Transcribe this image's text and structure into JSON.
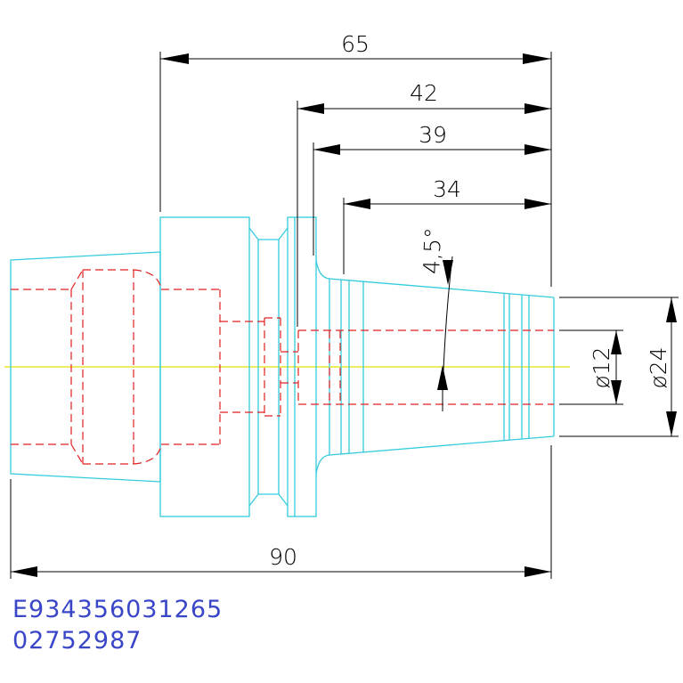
{
  "drawing": {
    "dimensions": {
      "overall_length": "90",
      "length_a": "65",
      "length_b": "42",
      "length_c": "39",
      "length_d": "34",
      "taper_angle": "4,5°",
      "diameter_small": "ø12",
      "diameter_large": "ø24"
    },
    "codes": {
      "part_code": "E934356031265",
      "serial_code": "02752987"
    },
    "colors": {
      "outline": "#33ccdd",
      "hidden": "#e02020",
      "centerline": "#e8e000",
      "dimension": "#000000",
      "code_text": "#3a46c8"
    }
  }
}
